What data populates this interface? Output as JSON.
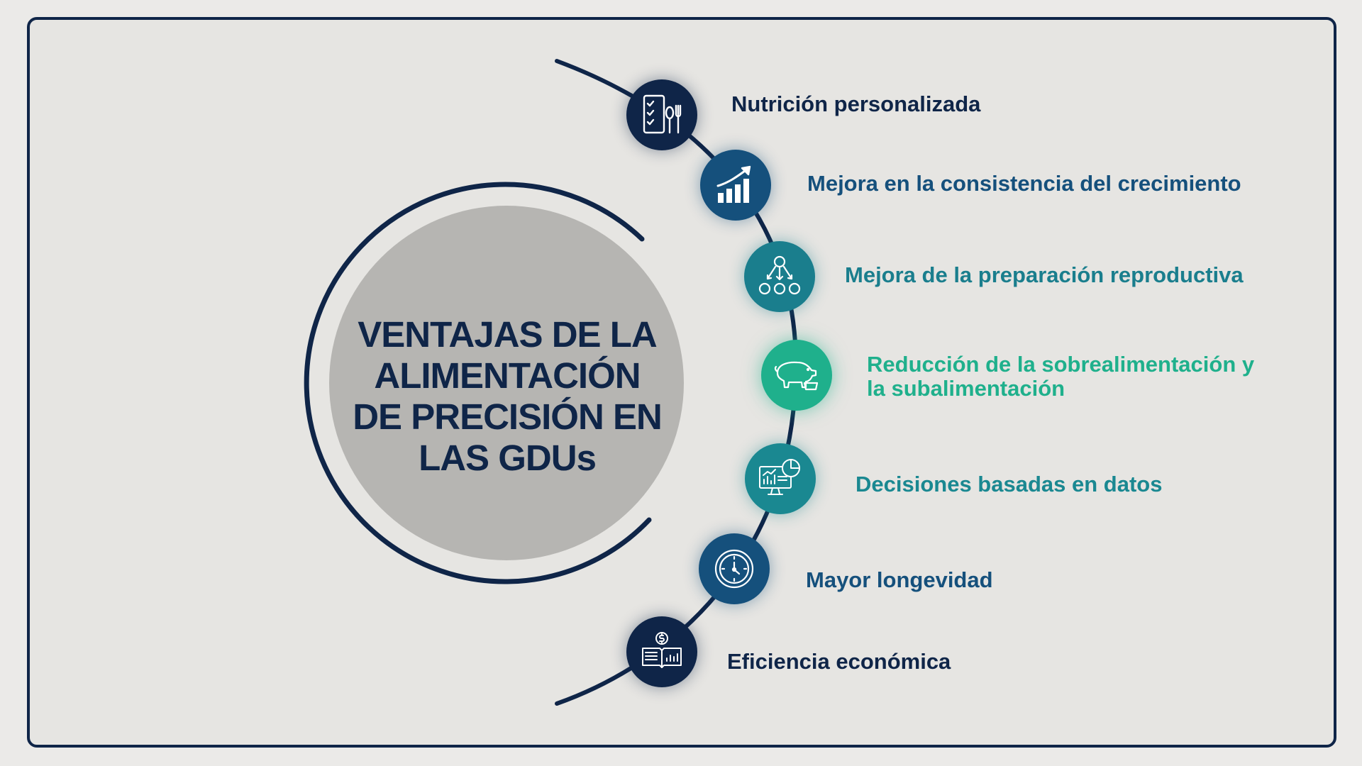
{
  "title_lines": [
    "VENTAJAS DE LA",
    "ALIMENTACIÓN",
    "DE PRECISIÓN EN",
    "LAS GDUs"
  ],
  "colors": {
    "navy": "#0f2548",
    "deep_blue": "#15507c",
    "blue": "#1a6a86",
    "teal": "#1b8c93",
    "green": "#1fb08c",
    "center_circle": "#b6b5b2",
    "background": "#e6e5e2"
  },
  "benefits": [
    {
      "label": "Nutrición personalizada",
      "icon": "nutrition-checklist-icon",
      "color": "#0f2548",
      "text_color": "#0f2548"
    },
    {
      "label": "Mejora en la consistencia del crecimiento",
      "icon": "growth-chart-icon",
      "color": "#15507c",
      "text_color": "#15507c"
    },
    {
      "label": "Mejora de la preparación reproductiva",
      "icon": "hierarchy-nodes-icon",
      "color": "#1a7e8d",
      "text_color": "#1a7e8d"
    },
    {
      "label": "Reducción de la sobrealimentación y",
      "label_line2": "la subalimentación",
      "icon": "pig-feeder-icon",
      "color": "#1fb08c",
      "text_color": "#1fb08c"
    },
    {
      "label": "Decisiones basadas en datos",
      "icon": "data-dashboard-icon",
      "color": "#1a8891",
      "text_color": "#1a8891"
    },
    {
      "label": "Mayor longevidad",
      "icon": "clock-icon",
      "color": "#15507c",
      "text_color": "#15507c"
    },
    {
      "label": "Eficiencia económica",
      "icon": "finance-book-icon",
      "color": "#0f2548",
      "text_color": "#0f2548"
    }
  ]
}
